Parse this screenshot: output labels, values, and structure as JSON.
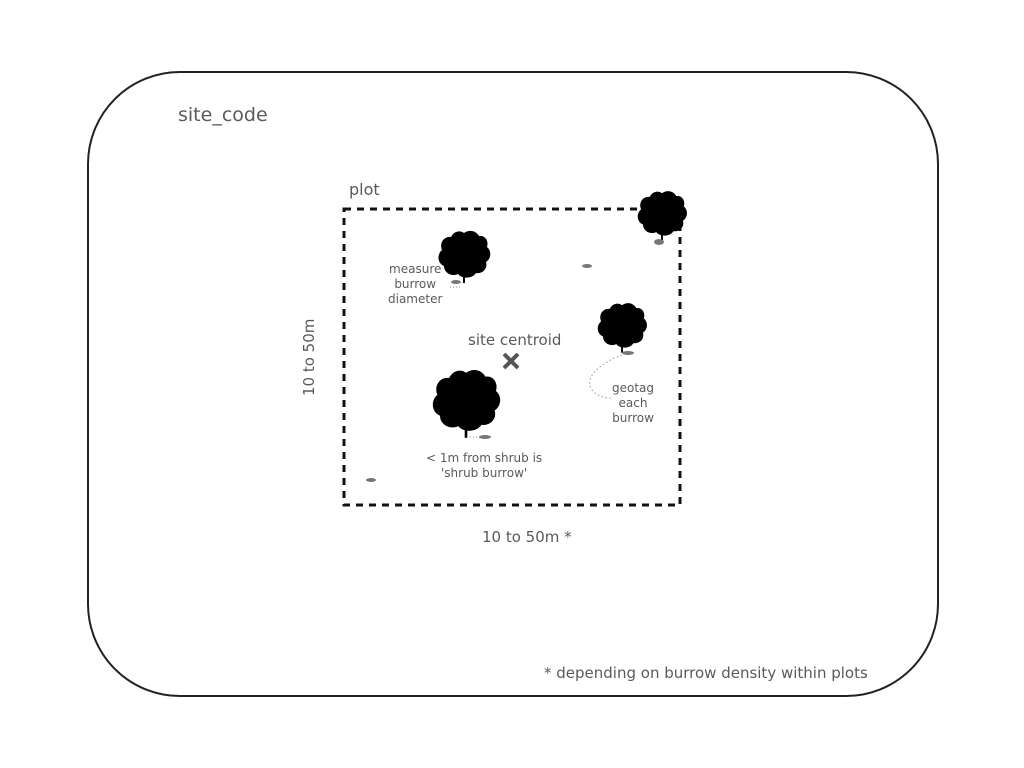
{
  "labels": {
    "site_code": "site_code",
    "plot": "plot",
    "site_centroid": "site centroid",
    "measure_burrow": "measure\nburrow\ndiameter",
    "geotag_burrow": "geotag\neach\nburrow",
    "shrub_rule": "< 1m from shrub is\n'shrub burrow'",
    "plot_width": "10 to 50m *",
    "plot_height": "10 to 50m",
    "footnote": "* depending on burrow density within plots"
  },
  "colors": {
    "outline": "#222222",
    "text": "#5a5a5a",
    "shrub": "#000000",
    "burrow": "#777777",
    "centroid_mark": "#555555"
  },
  "icons": {
    "shrub": "shrub-icon",
    "burrow": "burrow-icon",
    "centroid": "x-mark-icon"
  }
}
